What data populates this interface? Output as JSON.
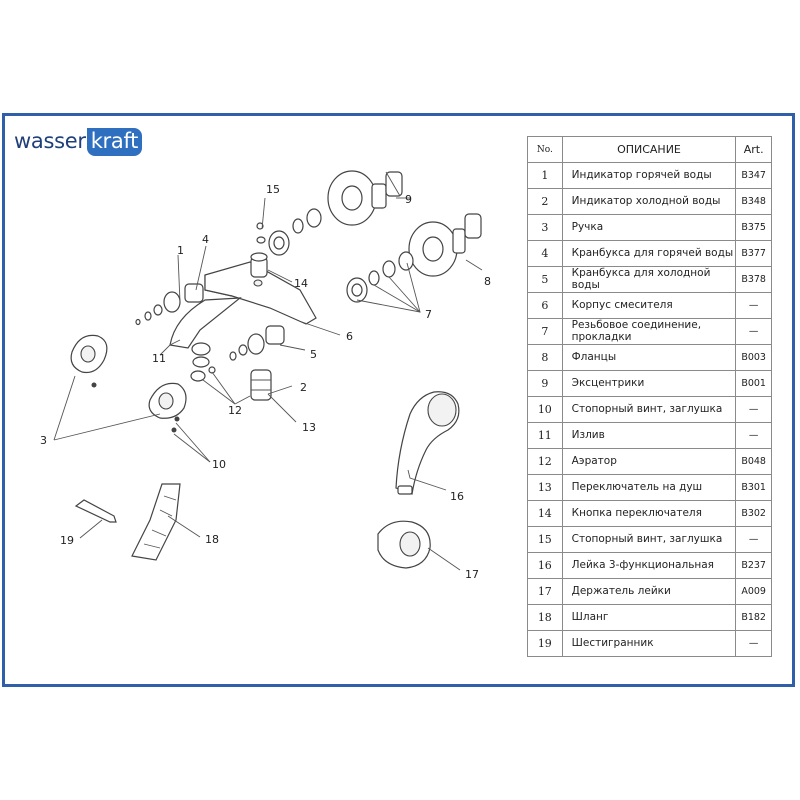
{
  "brand": {
    "part1": "wasser",
    "part2": "kraft"
  },
  "table": {
    "headers": {
      "no": "No.",
      "description": "ОПИСАНИЕ",
      "art": "Art."
    },
    "rows": [
      {
        "no": "1",
        "description": "Индикатор горячей воды",
        "art": "B347"
      },
      {
        "no": "2",
        "description": "Индикатор холодной воды",
        "art": "B348"
      },
      {
        "no": "3",
        "description": "Ручка",
        "art": "B375"
      },
      {
        "no": "4",
        "description": "Кранбукса для горячей воды",
        "art": "B377"
      },
      {
        "no": "5",
        "description": "Кранбукса для холодной воды",
        "art": "B378"
      },
      {
        "no": "6",
        "description": "Корпус смесителя",
        "art": "—"
      },
      {
        "no": "7",
        "description": "Резьбовое соединение, прокладки",
        "art": "—"
      },
      {
        "no": "8",
        "description": "Фланцы",
        "art": "B003"
      },
      {
        "no": "9",
        "description": "Эксцентрики",
        "art": "B001"
      },
      {
        "no": "10",
        "description": "Стопорный винт, заглушка",
        "art": "—"
      },
      {
        "no": "11",
        "description": "Излив",
        "art": "—"
      },
      {
        "no": "12",
        "description": "Аэратор",
        "art": "B048"
      },
      {
        "no": "13",
        "description": "Переключатель на душ",
        "art": "B301"
      },
      {
        "no": "14",
        "description": "Кнопка переключателя",
        "art": "B302"
      },
      {
        "no": "15",
        "description": "Стопорный винт, заглушка",
        "art": "—"
      },
      {
        "no": "16",
        "description": "Лейка 3-функциональная",
        "art": "B237"
      },
      {
        "no": "17",
        "description": "Держатель лейки",
        "art": "A009"
      },
      {
        "no": "18",
        "description": "Шланг",
        "art": "B182"
      },
      {
        "no": "19",
        "description": "Шестигранник",
        "art": "—"
      }
    ]
  },
  "callouts": [
    "1",
    "2",
    "3",
    "4",
    "5",
    "6",
    "7",
    "8",
    "9",
    "10",
    "11",
    "12",
    "13",
    "14",
    "15",
    "16",
    "17",
    "18",
    "19"
  ]
}
